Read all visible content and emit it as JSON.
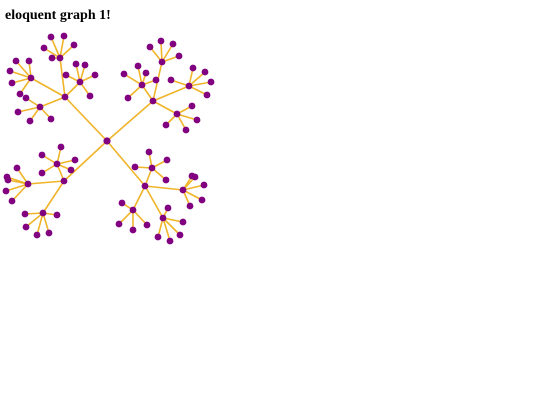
{
  "page": {
    "title": "eloquent graph 1!"
  },
  "colors": {
    "node": "#800080",
    "edge": "#f0b429",
    "background": "#ffffff"
  },
  "graph": {
    "root": "center",
    "edges": [
      [
        "center",
        "q1"
      ],
      [
        "center",
        "q2"
      ],
      [
        "center",
        "q3"
      ],
      [
        "center",
        "q4"
      ],
      [
        "q1",
        "q1a"
      ],
      [
        "q1",
        "q1b"
      ],
      [
        "q1",
        "q1c"
      ],
      [
        "q1",
        "q1d"
      ],
      [
        "q1a",
        "q1a1"
      ],
      [
        "q1a",
        "q1a2"
      ],
      [
        "q1a",
        "q1a3"
      ],
      [
        "q1a",
        "q1a4"
      ],
      [
        "q1a",
        "q1a5"
      ],
      [
        "q1b",
        "q1b1"
      ],
      [
        "q1b",
        "q1b2"
      ],
      [
        "q1b",
        "q1b3"
      ],
      [
        "q1b",
        "q1b4"
      ],
      [
        "q1b",
        "q1b5"
      ],
      [
        "q1c",
        "q1c1"
      ],
      [
        "q1c",
        "q1c2"
      ],
      [
        "q1c",
        "q1c3"
      ],
      [
        "q1c",
        "q1c4"
      ],
      [
        "q1d",
        "q1d1"
      ],
      [
        "q1d",
        "q1d2"
      ],
      [
        "q1d",
        "q1d3"
      ],
      [
        "q1d",
        "q1d4"
      ],
      [
        "q1d",
        "q1d5"
      ],
      [
        "q2",
        "q2a"
      ],
      [
        "q2",
        "q2b"
      ],
      [
        "q2",
        "q2c"
      ],
      [
        "q2",
        "q2d"
      ],
      [
        "q2a",
        "q2a1"
      ],
      [
        "q2a",
        "q2a2"
      ],
      [
        "q2a",
        "q2a3"
      ],
      [
        "q2a",
        "q2a4"
      ],
      [
        "q2b",
        "q2b1"
      ],
      [
        "q2b",
        "q2b2"
      ],
      [
        "q2b",
        "q2b3"
      ],
      [
        "q2b",
        "q2b4"
      ],
      [
        "q2b",
        "q2b5"
      ],
      [
        "q2c",
        "q2c1"
      ],
      [
        "q2c",
        "q2c2"
      ],
      [
        "q2c",
        "q2c3"
      ],
      [
        "q2c",
        "q2c4"
      ],
      [
        "q2c",
        "q2c5"
      ],
      [
        "q2d",
        "q2d1"
      ],
      [
        "q2d",
        "q2d2"
      ],
      [
        "q2d",
        "q2d3"
      ],
      [
        "q2d",
        "q2d4"
      ],
      [
        "q3",
        "q3a"
      ],
      [
        "q3",
        "q3b"
      ],
      [
        "q3",
        "q3c"
      ],
      [
        "q3a",
        "q3a1"
      ],
      [
        "q3a",
        "q3a2"
      ],
      [
        "q3a",
        "q3a3"
      ],
      [
        "q3a",
        "q3a4"
      ],
      [
        "q3a",
        "q3a5"
      ],
      [
        "q3b",
        "q3b1"
      ],
      [
        "q3b",
        "q3b2"
      ],
      [
        "q3b",
        "q3b3"
      ],
      [
        "q3b",
        "q3b4"
      ],
      [
        "q3b",
        "q3b5"
      ],
      [
        "q3c",
        "q3c1"
      ],
      [
        "q3c",
        "q3c2"
      ],
      [
        "q3c",
        "q3c3"
      ],
      [
        "q3c",
        "q3c4"
      ],
      [
        "q3c",
        "q3c5"
      ],
      [
        "q4",
        "q4a"
      ],
      [
        "q4",
        "q4b"
      ],
      [
        "q4",
        "q4c"
      ],
      [
        "q4",
        "q4d"
      ],
      [
        "q4a",
        "q4a1"
      ],
      [
        "q4a",
        "q4a2"
      ],
      [
        "q4a",
        "q4a3"
      ],
      [
        "q4a",
        "q4a4"
      ],
      [
        "q4b",
        "q4b1"
      ],
      [
        "q4b",
        "q4b2"
      ],
      [
        "q4b",
        "q4b3"
      ],
      [
        "q4b",
        "q4b4"
      ],
      [
        "q4c",
        "q4c1"
      ],
      [
        "q4c",
        "q4c2"
      ],
      [
        "q4c",
        "q4c3"
      ],
      [
        "q4c",
        "q4c4"
      ],
      [
        "q4c",
        "q4c5"
      ],
      [
        "q4d",
        "q4d1"
      ],
      [
        "q4d",
        "q4d2"
      ],
      [
        "q4d",
        "q4d3"
      ],
      [
        "q4d",
        "q4d4"
      ],
      [
        "q4d",
        "q4d5"
      ]
    ]
  }
}
